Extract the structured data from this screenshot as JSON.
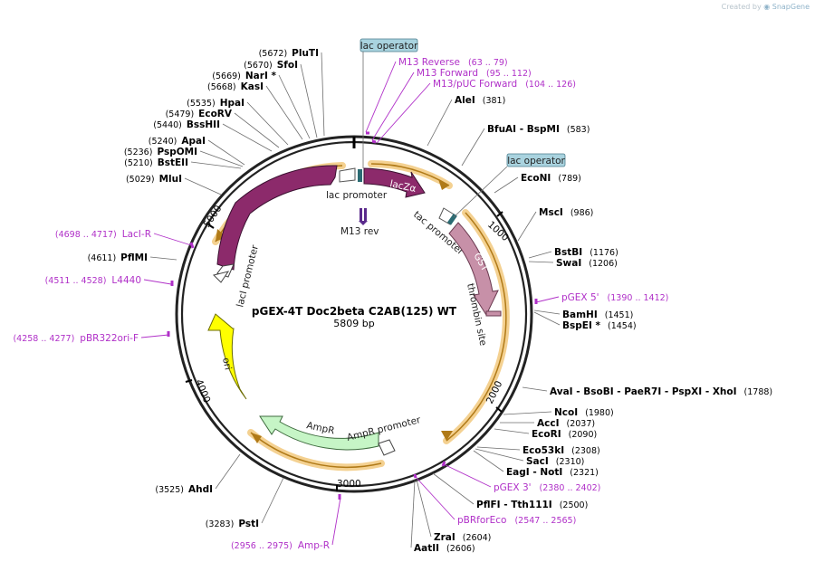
{
  "credit": {
    "prefix": "Created by",
    "brand": "SnapGene"
  },
  "plasmid": {
    "name": "pGEX-4T Doc2beta C2AB(125) WT",
    "length_label": "5809 bp",
    "total_bp": 5809
  },
  "colors": {
    "backbone": "#222222",
    "primer": "#b030c8",
    "lacI": "#8c2a6b",
    "lacZ": "#8c2a6b",
    "GST": "#c790a8",
    "ori": "#ffff00",
    "AmpR": "#c6f5c6",
    "promoter": "#ffffff",
    "highlight": "#f2c97e",
    "leader": "#6d6d6d",
    "operator_fill": "#a9d3df"
  },
  "ticks": [
    {
      "label": "1000",
      "bp": 1000
    },
    {
      "label": "2000",
      "bp": 2000
    },
    {
      "label": "3000",
      "bp": 3000
    },
    {
      "label": "4000",
      "bp": 4000
    },
    {
      "label": "5000",
      "bp": 5000
    }
  ],
  "features": [
    {
      "name": "lacI",
      "label": "lacI",
      "icon": "arrow-ccw",
      "color": "#8c2a6b"
    },
    {
      "name": "lacI-promoter",
      "label": "lacI promoter",
      "icon": "promoter-arrow",
      "color": "#ffffff"
    },
    {
      "name": "lac-promoter",
      "label": "lac promoter",
      "icon": "promoter-arrow",
      "color": "#ffffff"
    },
    {
      "name": "lacZa",
      "label": "lacZα",
      "icon": "arrow-cw",
      "color": "#8c2a6b"
    },
    {
      "name": "tac-promoter",
      "label": "tac promoter",
      "icon": "promoter-arrow",
      "color": "#ffffff"
    },
    {
      "name": "GST",
      "label": "GST",
      "icon": "arrow-cw",
      "color": "#c790a8"
    },
    {
      "name": "thrombin-site",
      "label": "thrombin site",
      "icon": "site-box",
      "color": "#c790a8"
    },
    {
      "name": "ori",
      "label": "ori",
      "icon": "arrow-ccw",
      "color": "#ffff00"
    },
    {
      "name": "AmpR",
      "label": "AmpR",
      "icon": "arrow-ccw",
      "color": "#c6f5c6"
    },
    {
      "name": "AmpR-promoter",
      "label": "AmpR promoter",
      "icon": "promoter-arrow",
      "color": "#ffffff"
    },
    {
      "name": "M13-rev",
      "label": "M13 rev",
      "icon": "primer-site",
      "color": "#5a2a8c"
    }
  ],
  "operators": [
    {
      "label": "lac operator"
    },
    {
      "label": "lac operator"
    }
  ],
  "enzymes": [
    {
      "id": "PluTI",
      "name": "PluTI",
      "pos": "(5672)"
    },
    {
      "id": "SfoI",
      "name": "SfoI",
      "pos": "(5670)"
    },
    {
      "id": "NarI",
      "name": "NarI *",
      "pos": "(5669)"
    },
    {
      "id": "KasI",
      "name": "KasI",
      "pos": "(5668)"
    },
    {
      "id": "HpaI",
      "name": "HpaI",
      "pos": "(5535)"
    },
    {
      "id": "EcoRV",
      "name": "EcoRV",
      "pos": "(5479)"
    },
    {
      "id": "BssHII",
      "name": "BssHII",
      "pos": "(5440)"
    },
    {
      "id": "ApaI",
      "name": "ApaI",
      "pos": "(5240)"
    },
    {
      "id": "PspOMI",
      "name": "PspOMI",
      "pos": "(5236)"
    },
    {
      "id": "BstEII",
      "name": "BstEII",
      "pos": "(5210)"
    },
    {
      "id": "MluI",
      "name": "MluI",
      "pos": "(5029)"
    },
    {
      "id": "PflMI",
      "name": "PflMI",
      "pos": "(4611)"
    },
    {
      "id": "AleI",
      "name": "AleI",
      "pos": "(381)"
    },
    {
      "id": "BfuAI",
      "name": "BfuAI - BspMI",
      "pos": "(583)"
    },
    {
      "id": "EcoNI",
      "name": "EcoNI",
      "pos": "(789)"
    },
    {
      "id": "MscI",
      "name": "MscI",
      "pos": "(986)"
    },
    {
      "id": "BstBI",
      "name": "BstBI",
      "pos": "(1176)"
    },
    {
      "id": "SwaI",
      "name": "SwaI",
      "pos": "(1206)"
    },
    {
      "id": "BamHI",
      "name": "BamHI",
      "pos": "(1451)"
    },
    {
      "id": "BspEI",
      "name": "BspEI *",
      "pos": "(1454)"
    },
    {
      "id": "AvaI",
      "name": "AvaI - BsoBI - PaeR7I - PspXI - XhoI",
      "pos": "(1788)"
    },
    {
      "id": "NcoI",
      "name": "NcoI",
      "pos": "(1980)"
    },
    {
      "id": "AccI",
      "name": "AccI",
      "pos": "(2037)"
    },
    {
      "id": "EcoRI",
      "name": "EcoRI",
      "pos": "(2090)"
    },
    {
      "id": "Eco53kI",
      "name": "Eco53kI",
      "pos": "(2308)"
    },
    {
      "id": "SacI",
      "name": "SacI",
      "pos": "(2310)"
    },
    {
      "id": "EagI",
      "name": "EagI - NotI",
      "pos": "(2321)"
    },
    {
      "id": "PflFI",
      "name": "PflFI - Tth111I",
      "pos": "(2500)"
    },
    {
      "id": "ZraI",
      "name": "ZraI",
      "pos": "(2604)"
    },
    {
      "id": "AatII",
      "name": "AatII",
      "pos": "(2606)"
    },
    {
      "id": "PstI",
      "name": "PstI",
      "pos": "(3283)"
    },
    {
      "id": "AhdI",
      "name": "AhdI",
      "pos": "(3525)"
    }
  ],
  "primers": [
    {
      "id": "M13Rev",
      "name": "M13 Reverse",
      "range": "(63 .. 79)"
    },
    {
      "id": "M13Fwd",
      "name": "M13 Forward",
      "range": "(95 .. 112)"
    },
    {
      "id": "M13pUC",
      "name": "M13/pUC Forward",
      "range": "(104 .. 126)"
    },
    {
      "id": "pGEX5",
      "name": "pGEX 5'",
      "range": "(1390 .. 1412)"
    },
    {
      "id": "pGEX3",
      "name": "pGEX 3'",
      "range": "(2380 .. 2402)"
    },
    {
      "id": "pBRforEco",
      "name": "pBRforEco",
      "range": "(2547 .. 2565)"
    },
    {
      "id": "AmpR",
      "name": "Amp-R",
      "range": "(2956 .. 2975)"
    },
    {
      "id": "pBR322",
      "name": "pBR322ori-F",
      "range": "(4258 .. 4277)"
    },
    {
      "id": "L4440",
      "name": "L4440",
      "range": "(4511 .. 4528)"
    },
    {
      "id": "LacIR",
      "name": "LacI-R",
      "range": "(4698 .. 4717)"
    }
  ]
}
